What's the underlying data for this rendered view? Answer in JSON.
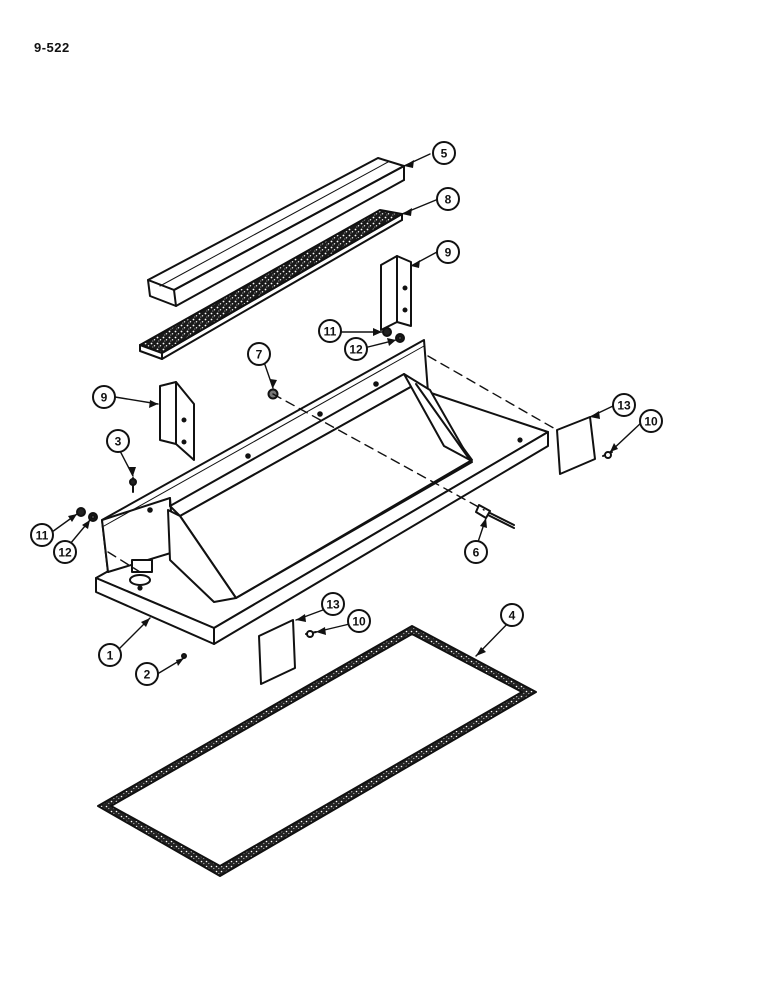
{
  "page": {
    "code": "9-522"
  },
  "colors": {
    "ink": "#111111",
    "paper": "#ffffff",
    "gray": "#bdbdbd"
  },
  "callouts": [
    {
      "id": "c5",
      "label": "5"
    },
    {
      "id": "c8",
      "label": "8"
    },
    {
      "id": "c9a",
      "label": "9"
    },
    {
      "id": "c11a",
      "label": "11"
    },
    {
      "id": "c12a",
      "label": "12"
    },
    {
      "id": "c7",
      "label": "7"
    },
    {
      "id": "c9b",
      "label": "9"
    },
    {
      "id": "c13a",
      "label": "13"
    },
    {
      "id": "c10a",
      "label": "10"
    },
    {
      "id": "c3",
      "label": "3"
    },
    {
      "id": "c11b",
      "label": "11"
    },
    {
      "id": "c12b",
      "label": "12"
    },
    {
      "id": "c6",
      "label": "6"
    },
    {
      "id": "c13b",
      "label": "13"
    },
    {
      "id": "c10b",
      "label": "10"
    },
    {
      "id": "c4",
      "label": "4"
    },
    {
      "id": "c1",
      "label": "1"
    },
    {
      "id": "c2",
      "label": "2"
    }
  ]
}
